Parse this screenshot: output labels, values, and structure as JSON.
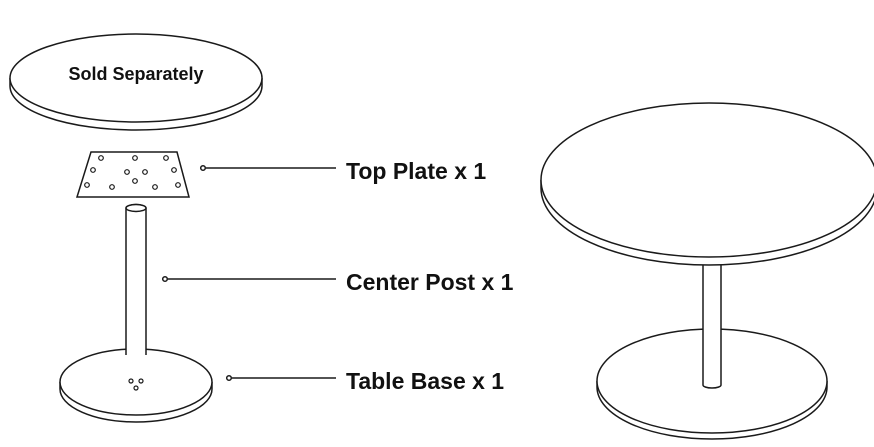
{
  "tabletop_note": "Sold Separately",
  "parts": [
    {
      "id": "top-plate",
      "label": "Top Plate x 1"
    },
    {
      "id": "center-post",
      "label": "Center Post x 1"
    },
    {
      "id": "table-base",
      "label": "Table Base x 1"
    }
  ],
  "colors": {
    "line": "#1a1a1a",
    "fill": "#ffffff"
  }
}
